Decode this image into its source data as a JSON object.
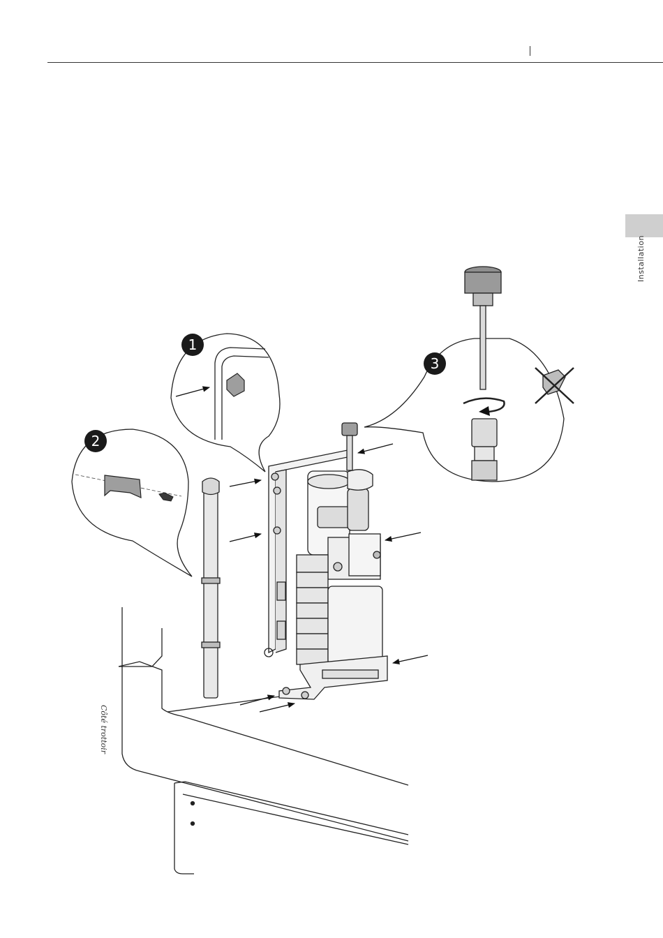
{
  "header": {
    "section_tab_label": "Installation"
  },
  "illustration": {
    "steps": [
      {
        "number": "1"
      },
      {
        "number": "2"
      },
      {
        "number": "3"
      }
    ],
    "side_caption": "Côté trottoir"
  }
}
